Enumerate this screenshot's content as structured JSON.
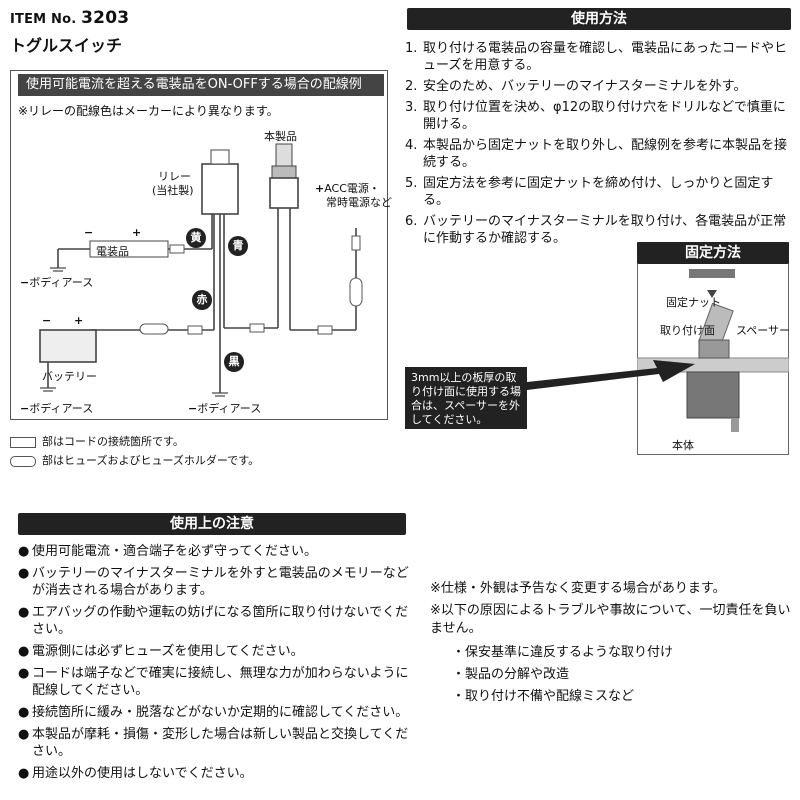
{
  "header": {
    "item_label": "ITEM No.",
    "item_number": "3203",
    "product_name": "トグルスイッチ"
  },
  "usage": {
    "title": "使用方法",
    "steps": [
      {
        "num": "1.",
        "text": "取り付ける電装品の容量を確認し、電装品にあったコードやヒューズを用意する。"
      },
      {
        "num": "2.",
        "text": "安全のため、バッテリーのマイナスターミナルを外す。"
      },
      {
        "num": "3.",
        "text": "取り付け位置を決め、φ12の取り付け穴をドリルなどで慎重に開ける。"
      },
      {
        "num": "4.",
        "text": "本製品から固定ナットを取り外し、配線例を参考に本製品を接続する。"
      },
      {
        "num": "5.",
        "text": "固定方法を参考に固定ナットを締め付け、しっかりと固定する。"
      },
      {
        "num": "6.",
        "text": "バッテリーのマイナスターミナルを取り付け、各電装品が正常に作動するか確認する。"
      }
    ]
  },
  "wiring": {
    "title": "使用可能電流を超える電装品をON-OFFする場合の配線例",
    "relay_note": "※リレーの配線色はメーカーにより異なります。",
    "product_label": "本製品",
    "relay_label": "リレー",
    "relay_sub": "(当社製)",
    "acc_label": "ACC電源・",
    "acc_label2": "常時電源など",
    "device_label": "電装品",
    "battery_label": "バッテリー",
    "body_earth": "ボディアース",
    "wire_yellow": "黄",
    "wire_blue": "青",
    "wire_red": "赤",
    "wire_black": "黒",
    "minus": "−",
    "plus": "+"
  },
  "legend": {
    "connection": "部はコードの接続箇所です。",
    "fuse": "部はヒューズおよびヒューズホルダーです。"
  },
  "fixing": {
    "title": "固定方法",
    "nut_label": "固定ナット",
    "surface_label": "取り付け面",
    "spacer_label": "スペーサー",
    "body_label": "本体",
    "note": "3mm以上の板厚の取り付け面に使用する場合は、スペーサーを外してください。"
  },
  "cautions": {
    "title": "使用上の注意",
    "bullet": "●",
    "items": [
      "使用可能電流・適合端子を必ず守ってください。",
      "バッテリーのマイナスターミナルを外すと電装品のメモリーなどが消去される場合があります。",
      "エアバッグの作動や運転の妨げになる箇所に取り付けないでください。",
      "電源側には必ずヒューズを使用してください。",
      "コードは端子などで確実に接続し、無理な力が加わらないように配線してください。",
      "接続箇所に緩み・脱落などがないか定期的に確認してください。",
      "本製品が摩耗・損傷・変形した場合は新しい製品と交換してください。",
      "用途以外の使用はしないでください。"
    ]
  },
  "notices": {
    "spec_change": "※仕様・外観は予告なく変更する場合があります。",
    "liability": "※以下の原因によるトラブルや事故について、一切責任を負いません。",
    "causes": [
      "・保安基準に違反するような取り付け",
      "・製品の分解や改造",
      "・取り付け不備や配線ミスなど"
    ]
  }
}
